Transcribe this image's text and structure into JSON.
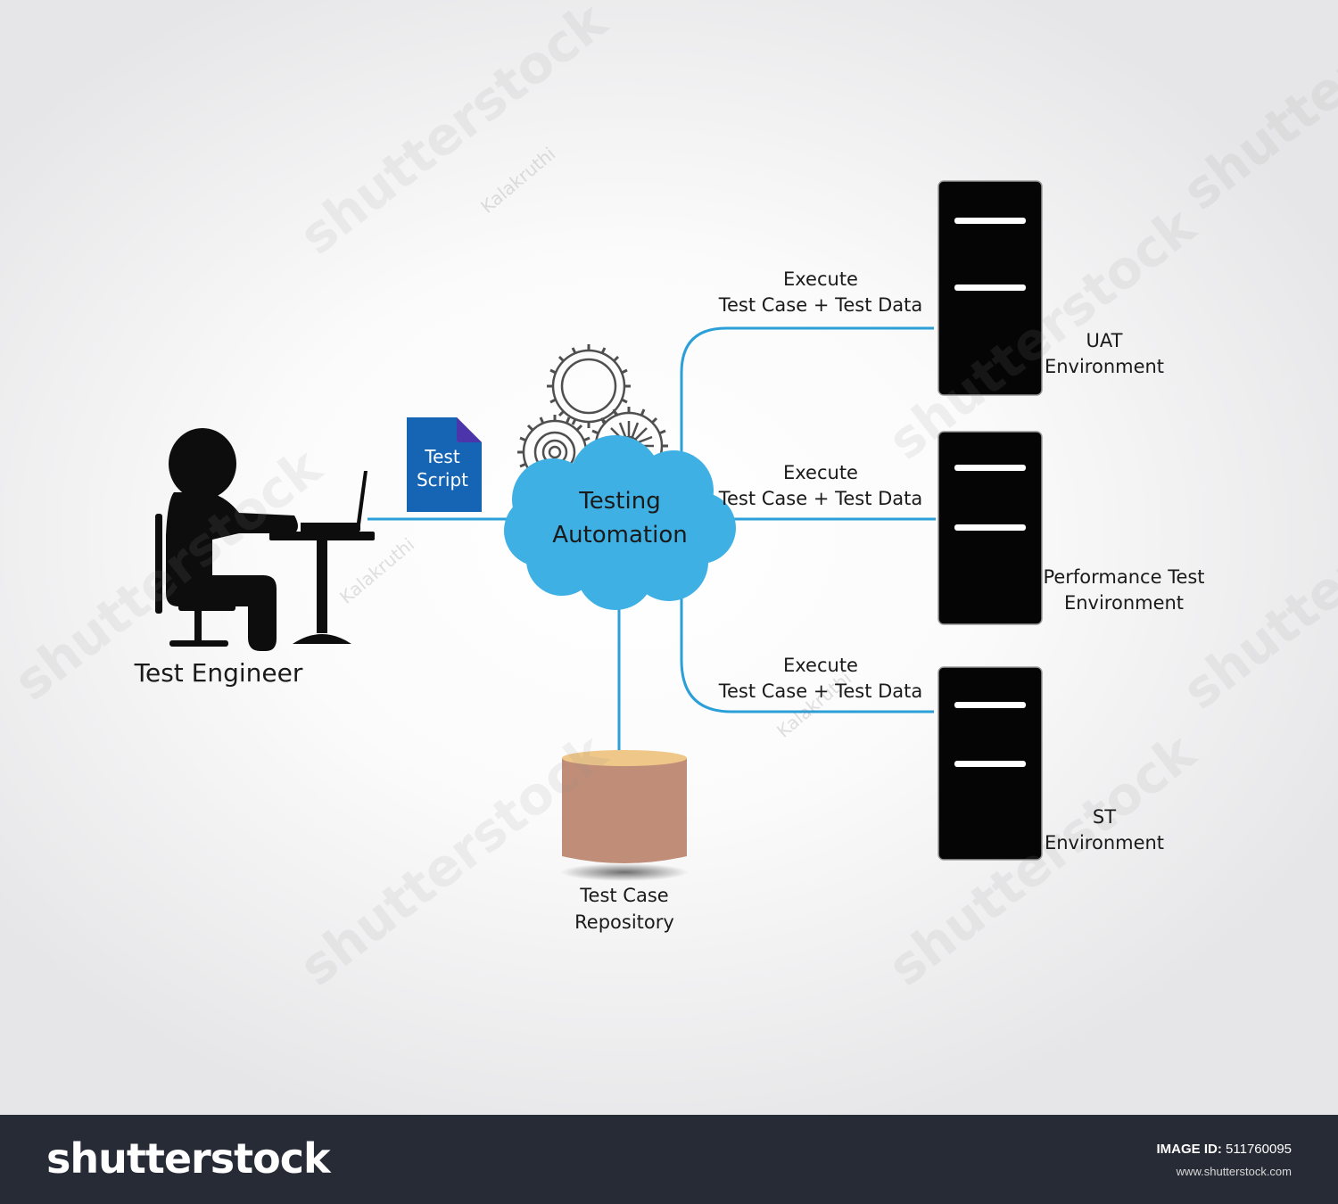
{
  "nodes": {
    "test_engineer": "Test Engineer",
    "test_script": [
      "Test",
      "Script"
    ],
    "testing_automation": [
      "Testing",
      "Automation"
    ],
    "repository": [
      "Test Case",
      "Repository"
    ],
    "uat_env": [
      "UAT",
      "Environment"
    ],
    "perf_env": [
      "Performance Test",
      "Environment"
    ],
    "st_env": [
      "ST",
      "Environment"
    ]
  },
  "edges": {
    "uat": [
      "Execute",
      "Test Case + Test Data"
    ],
    "perf": [
      "Execute",
      "Test Case + Test Data"
    ],
    "st": [
      "Execute",
      "Test Case + Test Data"
    ]
  },
  "watermark": {
    "brand": "shutterstock",
    "contributor": "Kalakruthi"
  },
  "footer": {
    "logo": "shutterstock",
    "image_id_label": "IMAGE ID:",
    "image_id": "511760095",
    "site": "www.shutterstock.com"
  },
  "colors": {
    "connector": "#2a9fd8",
    "cloud": "#3fb0e4",
    "server": "#050505",
    "repository": "#c08d78",
    "repository_top": "#efc788",
    "document": "#1565b4",
    "footer": "#272b35"
  }
}
